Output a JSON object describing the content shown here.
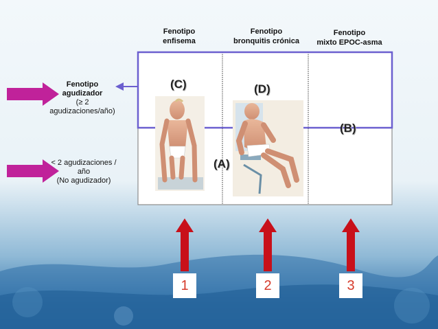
{
  "columns": [
    {
      "line1": "Fenotipo",
      "line2": "enfisema"
    },
    {
      "line1": "Fenotipo",
      "line2": "bronquitis crónica"
    },
    {
      "line1": "Fenotipo",
      "line2": "mixto EPOC-asma"
    }
  ],
  "rows": {
    "top": {
      "line1": "Fenotipo",
      "line2": "agudizador",
      "line3": "(≥ 2",
      "line4": "agudizaciones/año)"
    },
    "bottom": {
      "line1": "< 2 agudizaciones /",
      "line2": "año",
      "line3": "(No agudizador)"
    }
  },
  "labels": {
    "A": "(A)",
    "B": "(B)",
    "C": "(C)",
    "D": "(D)"
  },
  "numbers": [
    "1",
    "2",
    "3"
  ],
  "colors": {
    "side_arrow": "#c0229a",
    "up_arrow": "#c8101a",
    "box_outline": "#6b5fcf",
    "number_text": "#d63a2a"
  },
  "icons": [
    "emphysema-patient-figure",
    "bronchitis-patient-figure"
  ]
}
